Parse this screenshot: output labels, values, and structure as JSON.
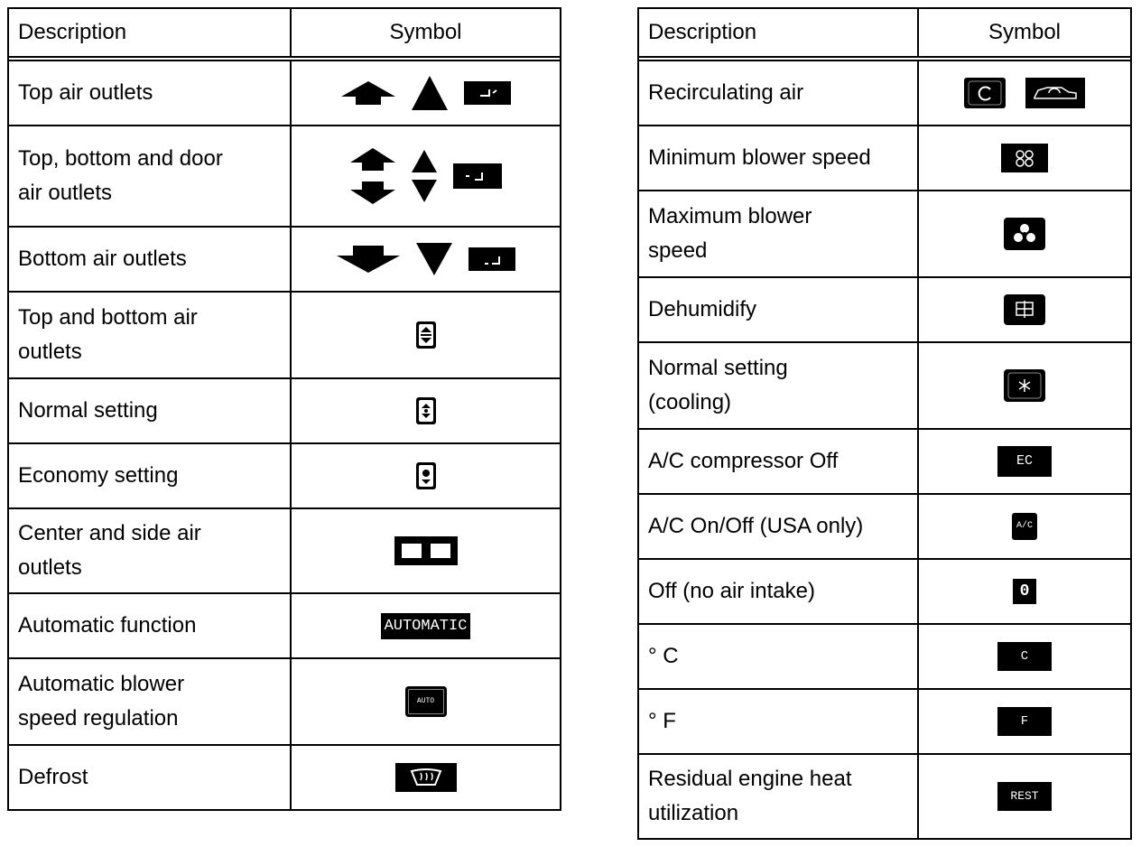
{
  "headers": {
    "description": "Description",
    "symbol": "Symbol"
  },
  "left_table": [
    {
      "description": "Top air outlets",
      "icons": [
        "arrow-up-wide-icon",
        "triangle-up-icon",
        "top-outlet-badge-icon"
      ]
    },
    {
      "description": "Top, bottom and door\nair outlets",
      "icons": [
        "arrows-up-down-wide-icon",
        "triangles-up-down-icon",
        "door-outlet-badge-icon"
      ]
    },
    {
      "description": "Bottom air outlets",
      "icons": [
        "arrow-down-wide-icon",
        "triangle-down-icon",
        "bottom-outlet-badge-icon"
      ]
    },
    {
      "description": "Top and bottom air\noutlets",
      "icons": [
        "top-bottom-button-icon"
      ]
    },
    {
      "description": "Normal setting",
      "icons": [
        "normal-button-icon"
      ]
    },
    {
      "description": "Economy setting",
      "icons": [
        "economy-button-icon"
      ]
    },
    {
      "description": "Center and side air\noutlets",
      "icons": [
        "center-side-outlets-icon"
      ]
    },
    {
      "description": "Automatic function",
      "icons": [
        "automatic-badge-icon"
      ],
      "badge": "AUTOMATIC"
    },
    {
      "description": "Automatic blower\nspeed regulation",
      "icons": [
        "auto-button-icon"
      ],
      "badge": "AUTO"
    },
    {
      "description": "Defrost",
      "icons": [
        "defrost-icon"
      ]
    }
  ],
  "right_table": [
    {
      "description": "Recirculating air",
      "icons": [
        "recirculation-button-icon",
        "car-recirculation-icon"
      ]
    },
    {
      "description": "Minimum blower speed",
      "icons": [
        "fan-min-icon"
      ]
    },
    {
      "description": "Maximum blower\nspeed",
      "icons": [
        "fan-max-icon"
      ]
    },
    {
      "description": "Dehumidify",
      "icons": [
        "dehumidify-icon"
      ]
    },
    {
      "description": "Normal setting\n(cooling)",
      "icons": [
        "snowflake-icon"
      ]
    },
    {
      "description": "A/C compressor Off",
      "icons": [
        "ec-badge-icon"
      ],
      "badge": "EC"
    },
    {
      "description": "A/C On/Off (USA only)",
      "icons": [
        "ac-badge-icon"
      ],
      "badge": "A/C"
    },
    {
      "description": "Off (no air intake)",
      "icons": [
        "zero-badge-icon"
      ],
      "badge": "0"
    },
    {
      "description": "° C",
      "icons": [
        "c-badge-icon"
      ],
      "badge": "C"
    },
    {
      "description": "° F",
      "icons": [
        "f-badge-icon"
      ],
      "badge": "F"
    },
    {
      "description": "Residual engine heat\nutilization",
      "icons": [
        "rest-badge-icon"
      ],
      "badge": "REST"
    }
  ]
}
